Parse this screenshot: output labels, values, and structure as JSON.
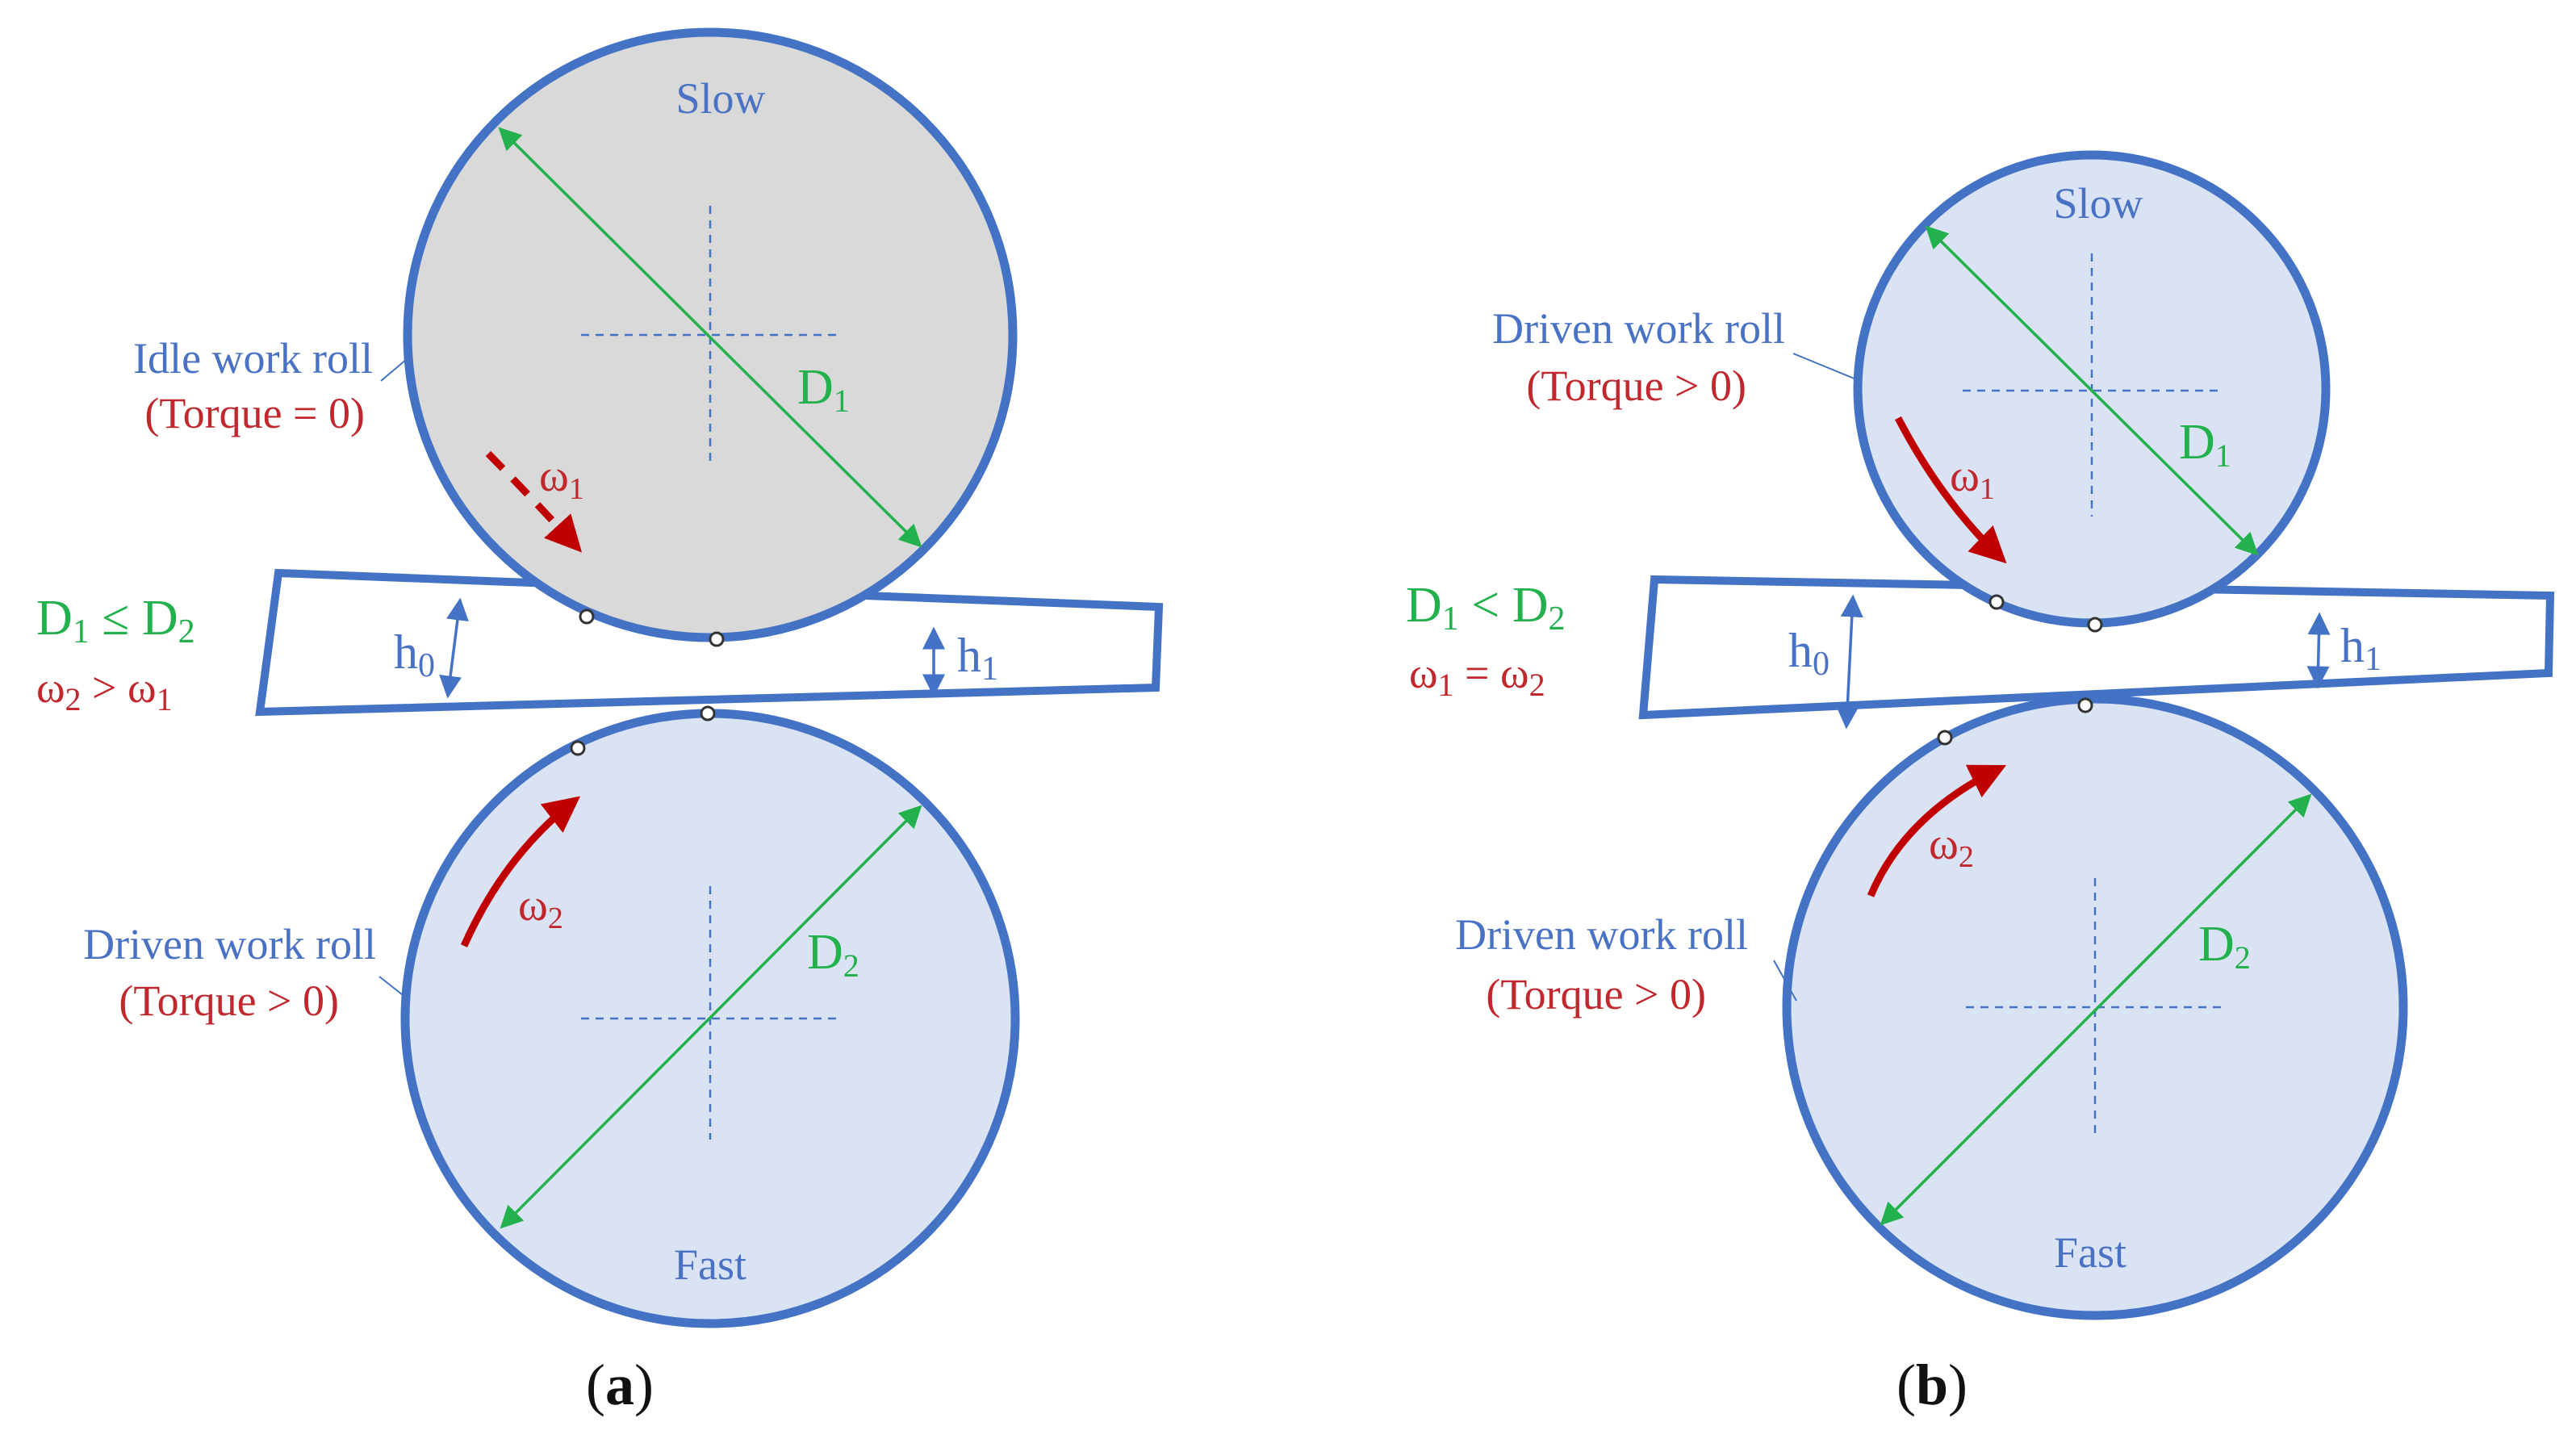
{
  "panel_a": {
    "label_open": "(",
    "label_letter": "a",
    "label_close": ")",
    "top_roll_speed": "Slow",
    "bottom_roll_speed": "Fast",
    "top_roll_label": "Idle work roll",
    "top_roll_torque": "(Torque = 0)",
    "bottom_roll_label": "Driven work roll",
    "bottom_roll_torque": "(Torque > 0)",
    "d1_label": "D",
    "d1_sub": "1",
    "d2_label": "D",
    "d2_sub": "2",
    "omega1": "ω",
    "omega1_sub": "1",
    "omega2": "ω",
    "omega2_sub": "2",
    "h0": "h",
    "h0_sub": "0",
    "h1": "h",
    "h1_sub": "1",
    "cond_diam": {
      "a": "D",
      "a_sub": "1",
      "op": " ≤ ",
      "b": "D",
      "b_sub": "2"
    },
    "cond_speed": {
      "a": "ω",
      "a_sub": "2",
      "op": " > ",
      "b": "ω",
      "b_sub": "1"
    }
  },
  "panel_b": {
    "label_open": "(",
    "label_letter": "b",
    "label_close": ")",
    "top_roll_speed": "Slow",
    "bottom_roll_speed": "Fast",
    "top_roll_label": "Driven work roll",
    "top_roll_torque": "(Torque > 0)",
    "bottom_roll_label": "Driven work roll",
    "bottom_roll_torque": "(Torque > 0)",
    "d1_label": "D",
    "d1_sub": "1",
    "d2_label": "D",
    "d2_sub": "2",
    "omega1": "ω",
    "omega1_sub": "1",
    "omega2": "ω",
    "omega2_sub": "2",
    "h0": "h",
    "h0_sub": "0",
    "h1": "h",
    "h1_sub": "1",
    "cond_diam": {
      "a": "D",
      "a_sub": "1",
      "op": " < ",
      "b": "D",
      "b_sub": "2"
    },
    "cond_speed": {
      "a": "ω",
      "a_sub": "1",
      "op": " = ",
      "b": "ω",
      "b_sub": "2"
    }
  },
  "colors": {
    "roll_outline": "#4472c4",
    "idle_roll_fill": "#d9d9d9",
    "driven_roll_fill": "#dae3f3",
    "diameter_arrow": "#22b14c",
    "rotation_arrow": "#c00000",
    "text_blue": "#4a72c4",
    "text_red": "#c0282d",
    "text_green": "#22b14c"
  }
}
